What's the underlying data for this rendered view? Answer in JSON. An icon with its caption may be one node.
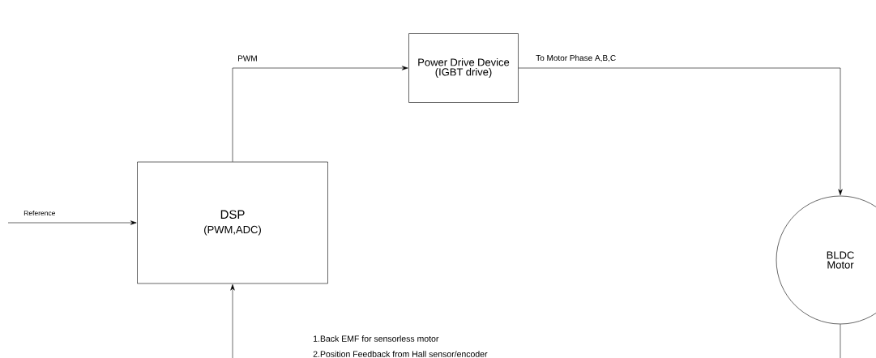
{
  "diagram": {
    "nodes": [
      {
        "text": [
          "Power Drive Device (IGBT drive)"
        ]
      },
      {
        "text": [
          "DSP",
          "(PWM,ADC)"
        ]
      },
      {
        "text": [
          "BLDC Motor"
        ]
      }
    ],
    "edges": [
      {
        "from": 1,
        "to": 0,
        "arrow": "to",
        "label": "PWM"
      },
      {
        "from": 0,
        "to": 2,
        "arrow": "to",
        "label": "To Motor Phase A,B,C"
      },
      {
        "from": null,
        "to": 1,
        "arrow": "to",
        "label": "Reference"
      },
      {
        "from": 2,
        "to": null,
        "arrow": "none"
      },
      {
        "from": null,
        "to": 1,
        "arrow": "to"
      }
    ],
    "labels": [
      "1.Back EMF for sensorless motor",
      "2.Position Feedback from Hall sensor/encoder"
    ]
  }
}
